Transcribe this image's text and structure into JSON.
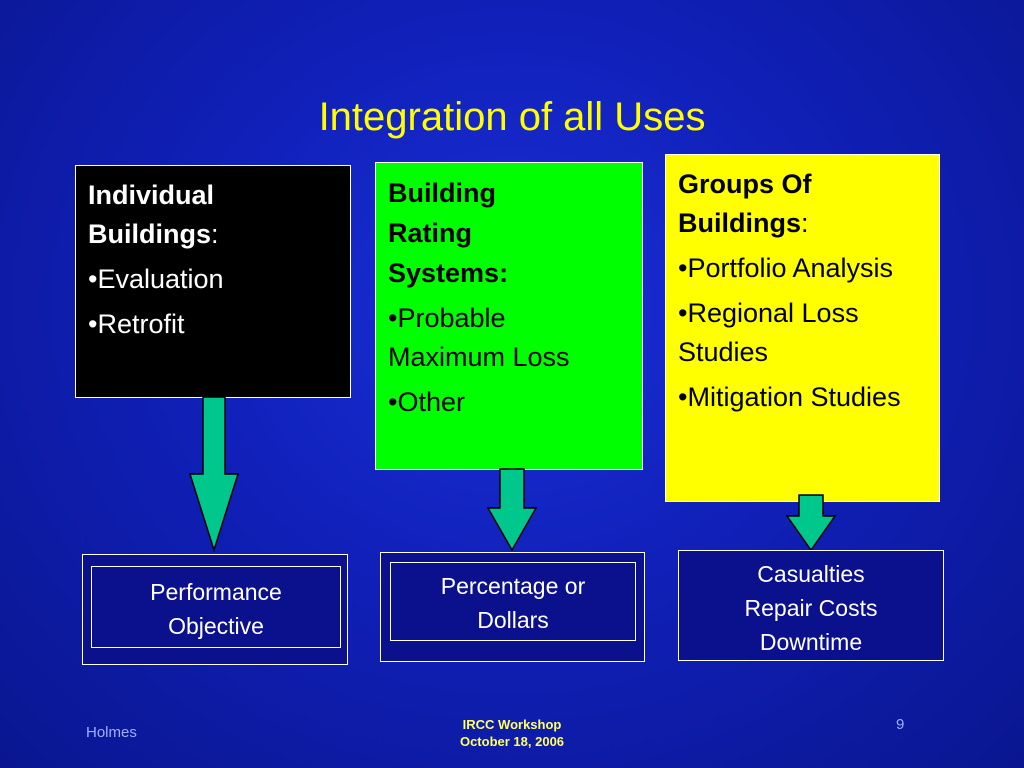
{
  "slide": {
    "title": "Integration of all Uses",
    "boxes": [
      {
        "heading_line1": "Individual",
        "heading_line2": "Buildings",
        "heading_suffix": ":",
        "items": [
          "•Evaluation",
          "•Retrofit"
        ]
      },
      {
        "heading_line1": "Building",
        "heading_line2": "Rating",
        "heading_line3": "Systems:",
        "items": [
          "•Probable Maximum Loss",
          "•Other"
        ]
      },
      {
        "heading_line1": "Groups Of",
        "heading_line2": "Buildings",
        "heading_suffix": ":",
        "items": [
          "•Portfolio Analysis",
          "•Regional Loss Studies",
          "•Mitigation Studies"
        ]
      }
    ],
    "outputs": [
      {
        "text": "Performance\nObjective"
      },
      {
        "text": "Percentage or\nDollars"
      },
      {
        "text": "Casualties\nRepair Costs\nDowntime"
      }
    ],
    "footer": {
      "left": "Holmes",
      "center_line1": "IRCC Workshop",
      "center_line2": "October 18, 2006",
      "page_number": "9"
    },
    "colors": {
      "title": "#ffff00",
      "box1_bg": "#000000",
      "box2_bg": "#00ff00",
      "box3_bg": "#ffff00",
      "arrow": "#00c88c",
      "background": "#1020b8"
    }
  }
}
